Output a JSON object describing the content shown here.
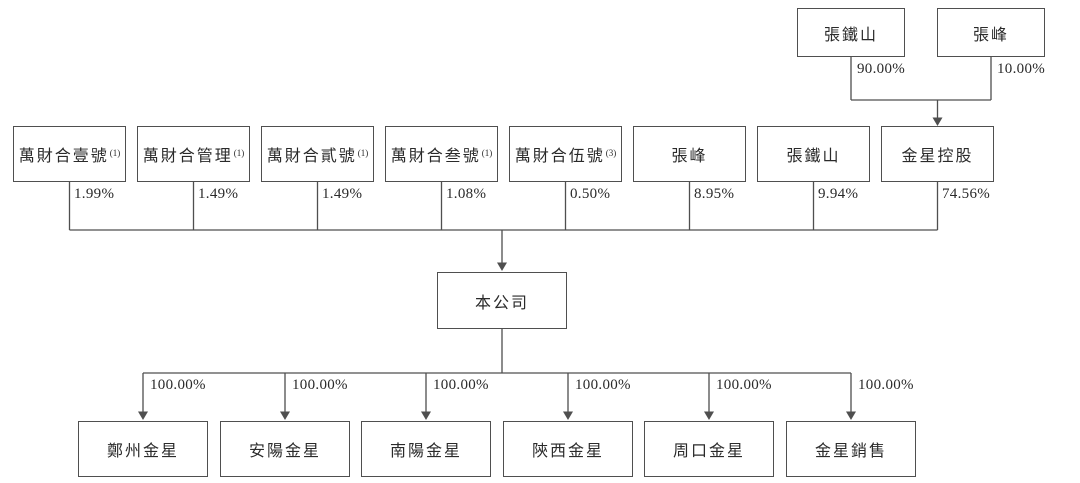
{
  "colors": {
    "background": "#ffffff",
    "line": "#4f4f4f",
    "border": "#4f4f4f",
    "text": "#2a2a2a"
  },
  "top_row": [
    {
      "label": "張鐵山",
      "pct": "90.00%"
    },
    {
      "label": "張峰",
      "pct": "10.00%"
    }
  ],
  "middle_row": [
    {
      "label": "萬財合壹號",
      "note": "(1)",
      "pct": "1.99%"
    },
    {
      "label": "萬財合管理",
      "note": "(1)",
      "pct": "1.49%"
    },
    {
      "label": "萬財合貳號",
      "note": "(1)",
      "pct": "1.49%"
    },
    {
      "label": "萬財合叁號",
      "note": "(1)",
      "pct": "1.08%"
    },
    {
      "label": "萬財合伍號",
      "note": "(3)",
      "pct": "0.50%"
    },
    {
      "label": "張峰",
      "note": "",
      "pct": "8.95%"
    },
    {
      "label": "張鐵山",
      "note": "",
      "pct": "9.94%"
    },
    {
      "label": "金星控股",
      "note": "",
      "pct": "74.56%"
    }
  ],
  "company": {
    "label": "本公司"
  },
  "bottom_row": [
    {
      "label": "鄭州金星",
      "pct": "100.00%"
    },
    {
      "label": "安陽金星",
      "pct": "100.00%"
    },
    {
      "label": "南陽金星",
      "pct": "100.00%"
    },
    {
      "label": "陝西金星",
      "pct": "100.00%"
    },
    {
      "label": "周口金星",
      "pct": "100.00%"
    },
    {
      "label": "金星銷售",
      "pct": "100.00%"
    }
  ]
}
